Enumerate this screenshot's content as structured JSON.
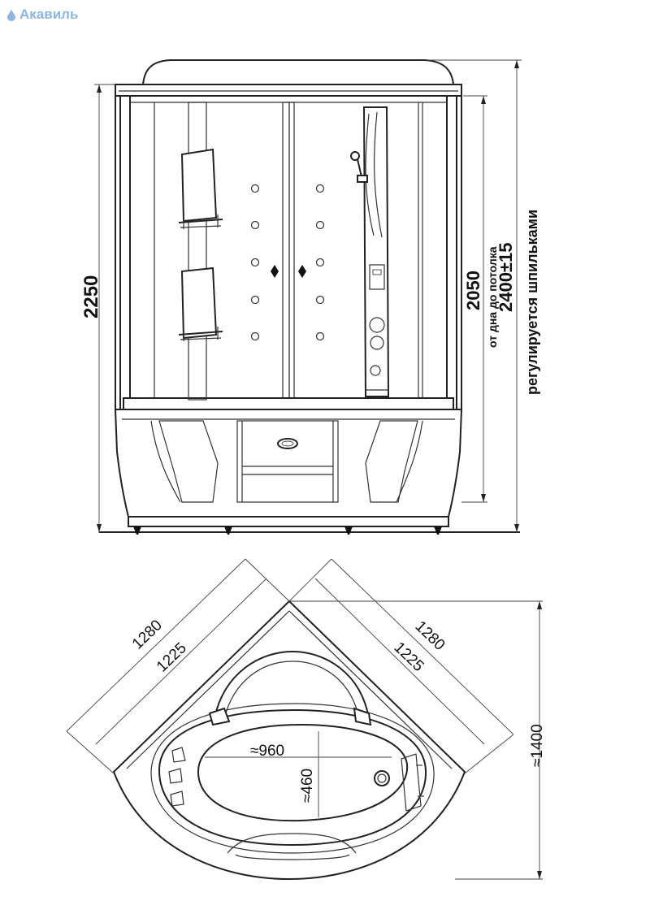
{
  "brand": {
    "name": "Акавиль",
    "color": "#8fb6e0"
  },
  "front_view": {
    "height_total": "2250",
    "height_inner": "2050",
    "floor_to_ceiling": "от дна до потолка",
    "height_range": "2400±15",
    "adjustable_note": "регулируется шпильками"
  },
  "top_view": {
    "side_outer_left": "1280",
    "side_inner_left": "1225",
    "side_outer_right": "1280",
    "side_inner_right": "1225",
    "depth": "≈1400",
    "bowl_length": "≈960",
    "bowl_width": "≈460"
  }
}
